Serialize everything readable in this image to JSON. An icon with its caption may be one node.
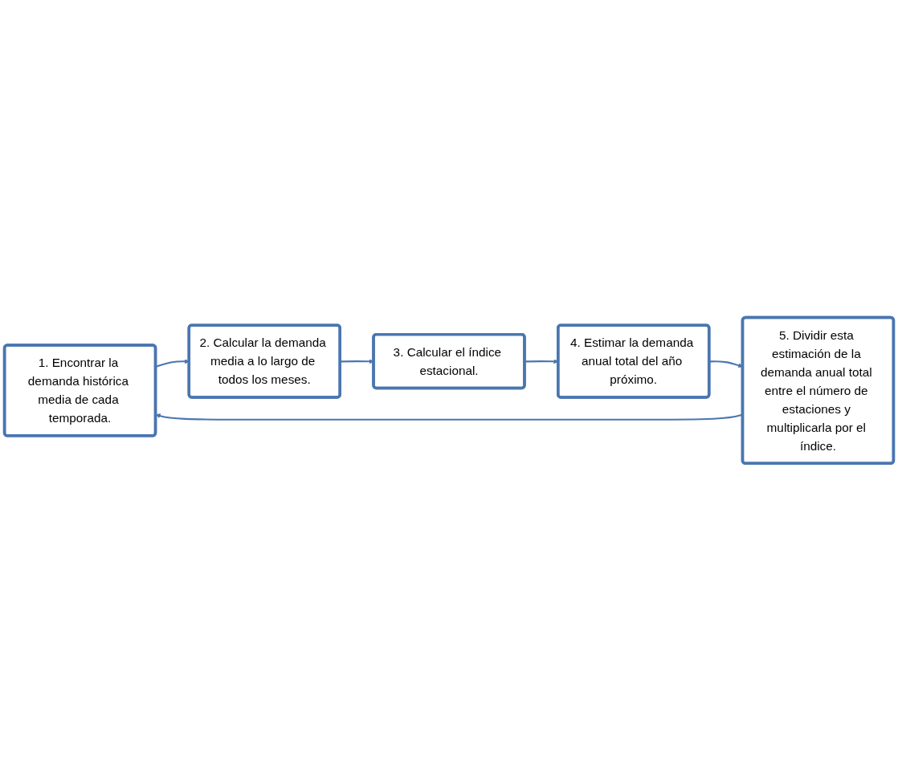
{
  "diagram": {
    "nodes": [
      {
        "text": [
          "1. Encontrar la demanda histórica media de cada temporada."
        ]
      },
      {
        "text": [
          "2. Calcular la demanda media a lo largo de todos los meses."
        ]
      },
      {
        "text": [
          "3. Calcular el índice estacional."
        ]
      },
      {
        "text": [
          "4. Estimar la demanda anual total del año próximo."
        ]
      },
      {
        "text": [
          "5. Dividir esta estimación de la demanda anual total entre el número de estaciones y multiplicarla por el índice."
        ]
      }
    ],
    "edges": [
      {
        "from": 0,
        "to": 1,
        "arrow": "to"
      },
      {
        "from": 1,
        "to": 2,
        "arrow": "to"
      },
      {
        "from": 2,
        "to": 3,
        "arrow": "to"
      },
      {
        "from": 3,
        "to": 4,
        "arrow": "to"
      },
      {
        "from": 4,
        "to": 0,
        "arrow": "to"
      }
    ]
  }
}
